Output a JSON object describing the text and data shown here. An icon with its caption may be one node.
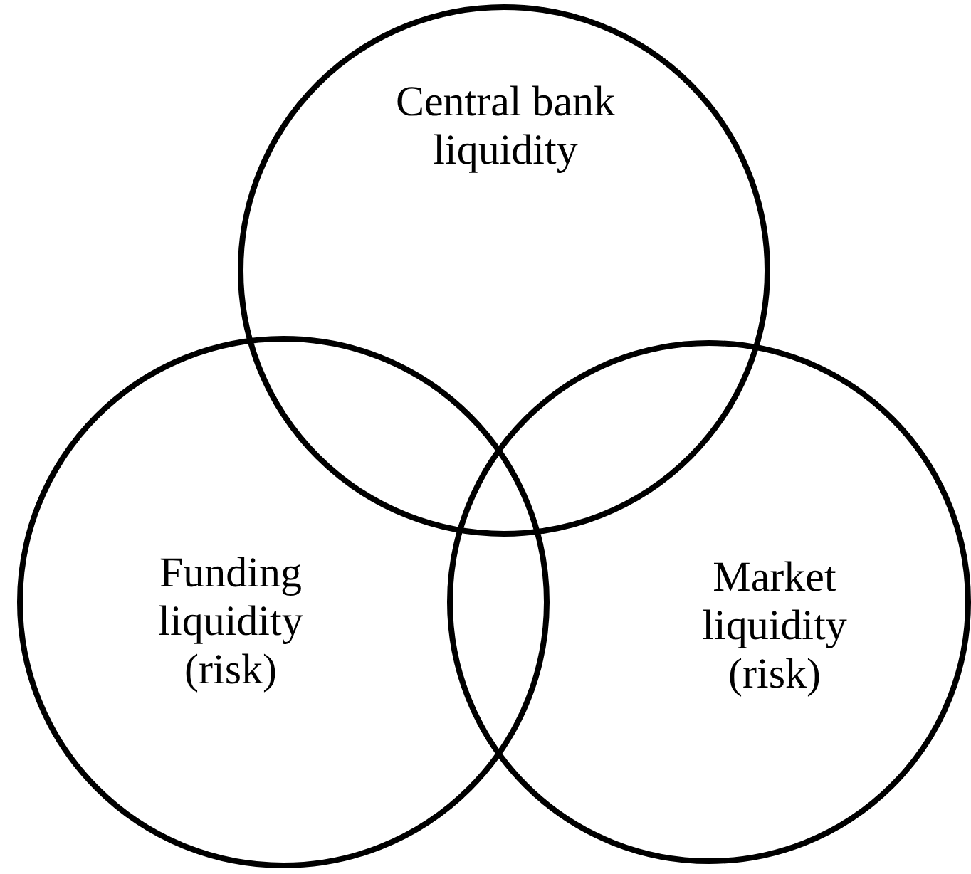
{
  "diagram": {
    "nodes": [
      {
        "text": [
          "Central bank liquidity"
        ]
      },
      {
        "text": [
          "Funding liquidity (risk)"
        ]
      },
      {
        "text": [
          "Market liquidity (risk)"
        ]
      }
    ],
    "edges": []
  }
}
